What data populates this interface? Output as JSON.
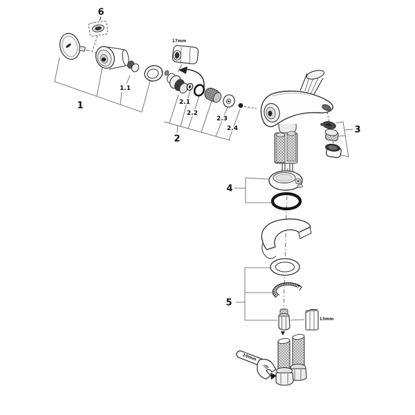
{
  "diagram": {
    "type": "exploded-parts-diagram",
    "subject": "single-lever-faucet-exploded-view",
    "callouts": {
      "c1": "1",
      "c1_1": "1.1",
      "c2": "2",
      "c2_1": "2.1",
      "c2_2": "2.2",
      "c2_3": "2.3",
      "c2_4": "2.4",
      "c3": "3",
      "c4": "4",
      "c5": "5",
      "c6": "6"
    },
    "tool_labels": {
      "hex_17": "17mm",
      "hex_13": "13mm",
      "wrench_10": "10mm"
    },
    "colors": {
      "background": "#ffffff",
      "line": "#2e2e2e",
      "dark_fill": "#333333",
      "label_text": "#111111"
    }
  }
}
